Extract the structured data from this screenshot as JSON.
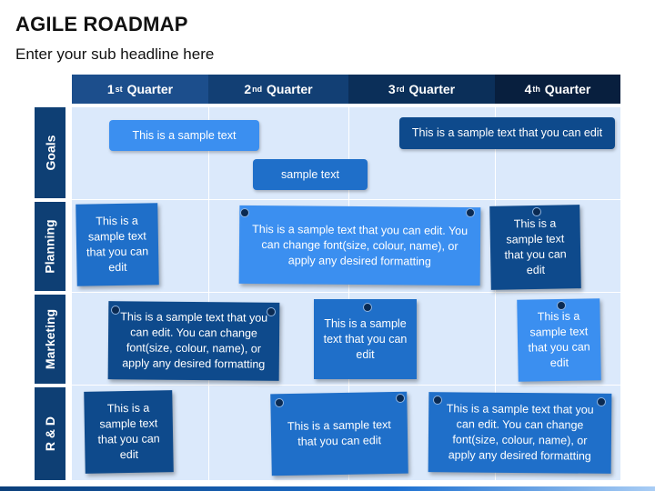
{
  "title": "AGILE ROADMAP",
  "subtitle": "Enter your sub headline here",
  "quarters": [
    {
      "num": "1",
      "sup": "st",
      "label": "Quarter"
    },
    {
      "num": "2",
      "sup": "nd",
      "label": "Quarter"
    },
    {
      "num": "3",
      "sup": "rd",
      "label": "Quarter"
    },
    {
      "num": "4",
      "sup": "th",
      "label": "Quarter"
    }
  ],
  "rows": [
    "Goals",
    "Planning",
    "Marketing",
    "R & D"
  ],
  "goals": {
    "box1": "This is a sample text",
    "box2": "sample text",
    "box3": "This is a sample text that you can edit"
  },
  "planning": {
    "note1": "This is a sample text that you can edit",
    "note2": "This is a sample text that you can edit. You can change font(size, colour, name), or apply any desired formatting",
    "note3": "This is a sample text that you can edit"
  },
  "marketing": {
    "note1": "This is a sample text that you can edit. You can change font(size, colour, name), or apply any desired formatting",
    "note2": "This is a sample text that you can edit",
    "note3": "This is a sample text that you can edit"
  },
  "rnd": {
    "note1": "This is a sample text that you can edit",
    "note2": "This is a sample text that you can edit",
    "note3": "This is a sample text that you can edit. You can change font(size, colour, name), or apply any desired formatting"
  },
  "colors": {
    "light": "#3b8ff0",
    "mid": "#1f6fc9",
    "dark": "#0e4a8c",
    "header": "#0b2f59",
    "grid": "#dbe9fb"
  }
}
